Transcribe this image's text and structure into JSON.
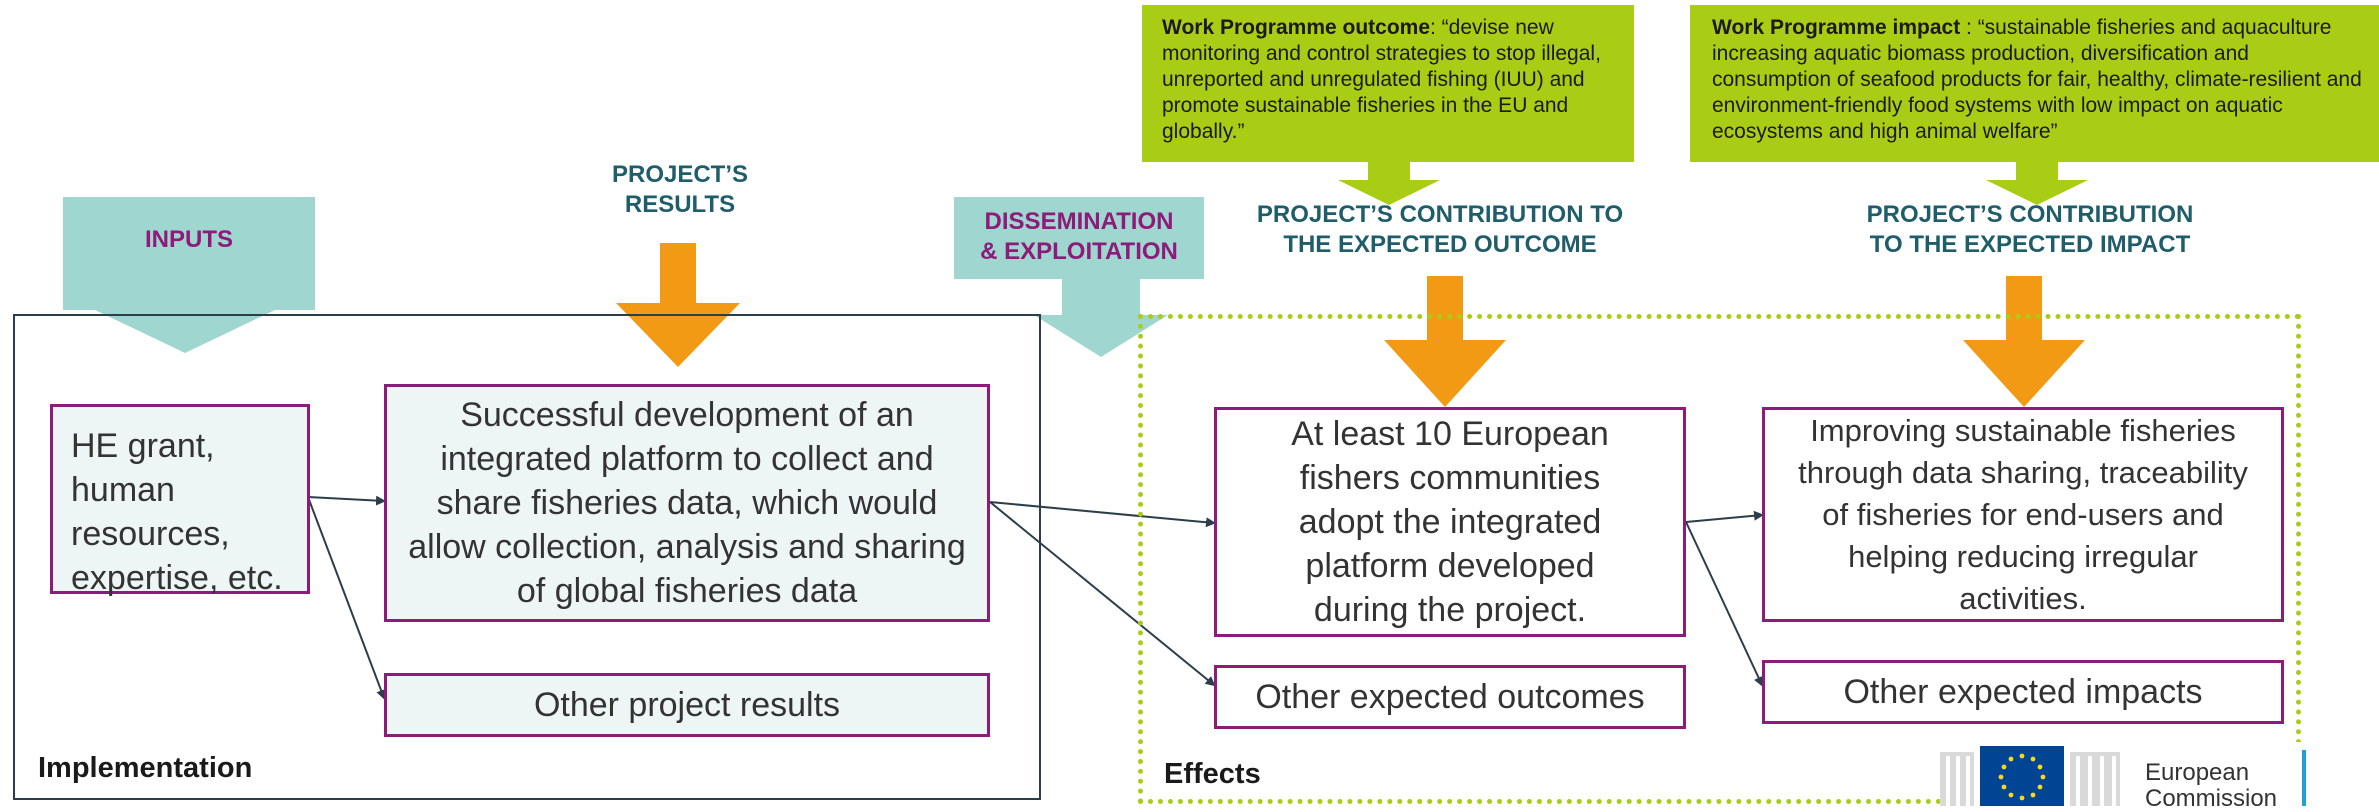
{
  "work_programme_outcome": {
    "bold": "Work Programme outcome",
    "text": ":  “devise new monitoring and control strategies to stop illegal, unreported and unregulated fishing (IUU) and promote sustainable fisheries in the EU and globally.”"
  },
  "work_programme_impact": {
    "bold": "Work Programme impact",
    "text": " : “sustainable fisheries and aquaculture increasing aquatic biomass production, diversification and consumption of seafood products for fair, healthy, climate-resilient and environment-friendly food systems with low impact on aquatic ecosystems and high animal welfare”"
  },
  "headers": {
    "inputs": "INPUTS",
    "results_line1": "PROJECT’S",
    "results_line2": "RESULTS",
    "dissemination_line1": "DISSEMINATION",
    "dissemination_line2": "& EXPLOITATION",
    "outcome_line1": "PROJECT’S CONTRIBUTION TO",
    "outcome_line2": "THE EXPECTED OUTCOME",
    "impact_line1": "PROJECT’S CONTRIBUTION",
    "impact_line2": "TO THE EXPECTED IMPACT"
  },
  "boxes": {
    "inputs": "HE grant, human resources, expertise, etc.",
    "results": "Successful development of an integrated platform to collect and share fisheries data, which would allow collection, analysis and sharing of global fisheries data",
    "other_results": "Other project results",
    "outcome": "At least 10 European fishers communities adopt the integrated platform developed during the project.",
    "other_outcomes": "Other expected outcomes",
    "impact": "Improving sustainable fisheries through data sharing, traceability of fisheries for end-users and helping reducing irregular activities.",
    "other_impacts": "Other expected impacts"
  },
  "sections": {
    "implementation": "Implementation",
    "effects": "Effects"
  },
  "logo": {
    "line1": "European",
    "line2": "Commission"
  },
  "colors": {
    "green": "#a9cd14",
    "orange": "#f29a14",
    "teal": "#9fd6cf",
    "purple": "#8c1b7a",
    "dark_teal_text": "#1f5d6a"
  }
}
